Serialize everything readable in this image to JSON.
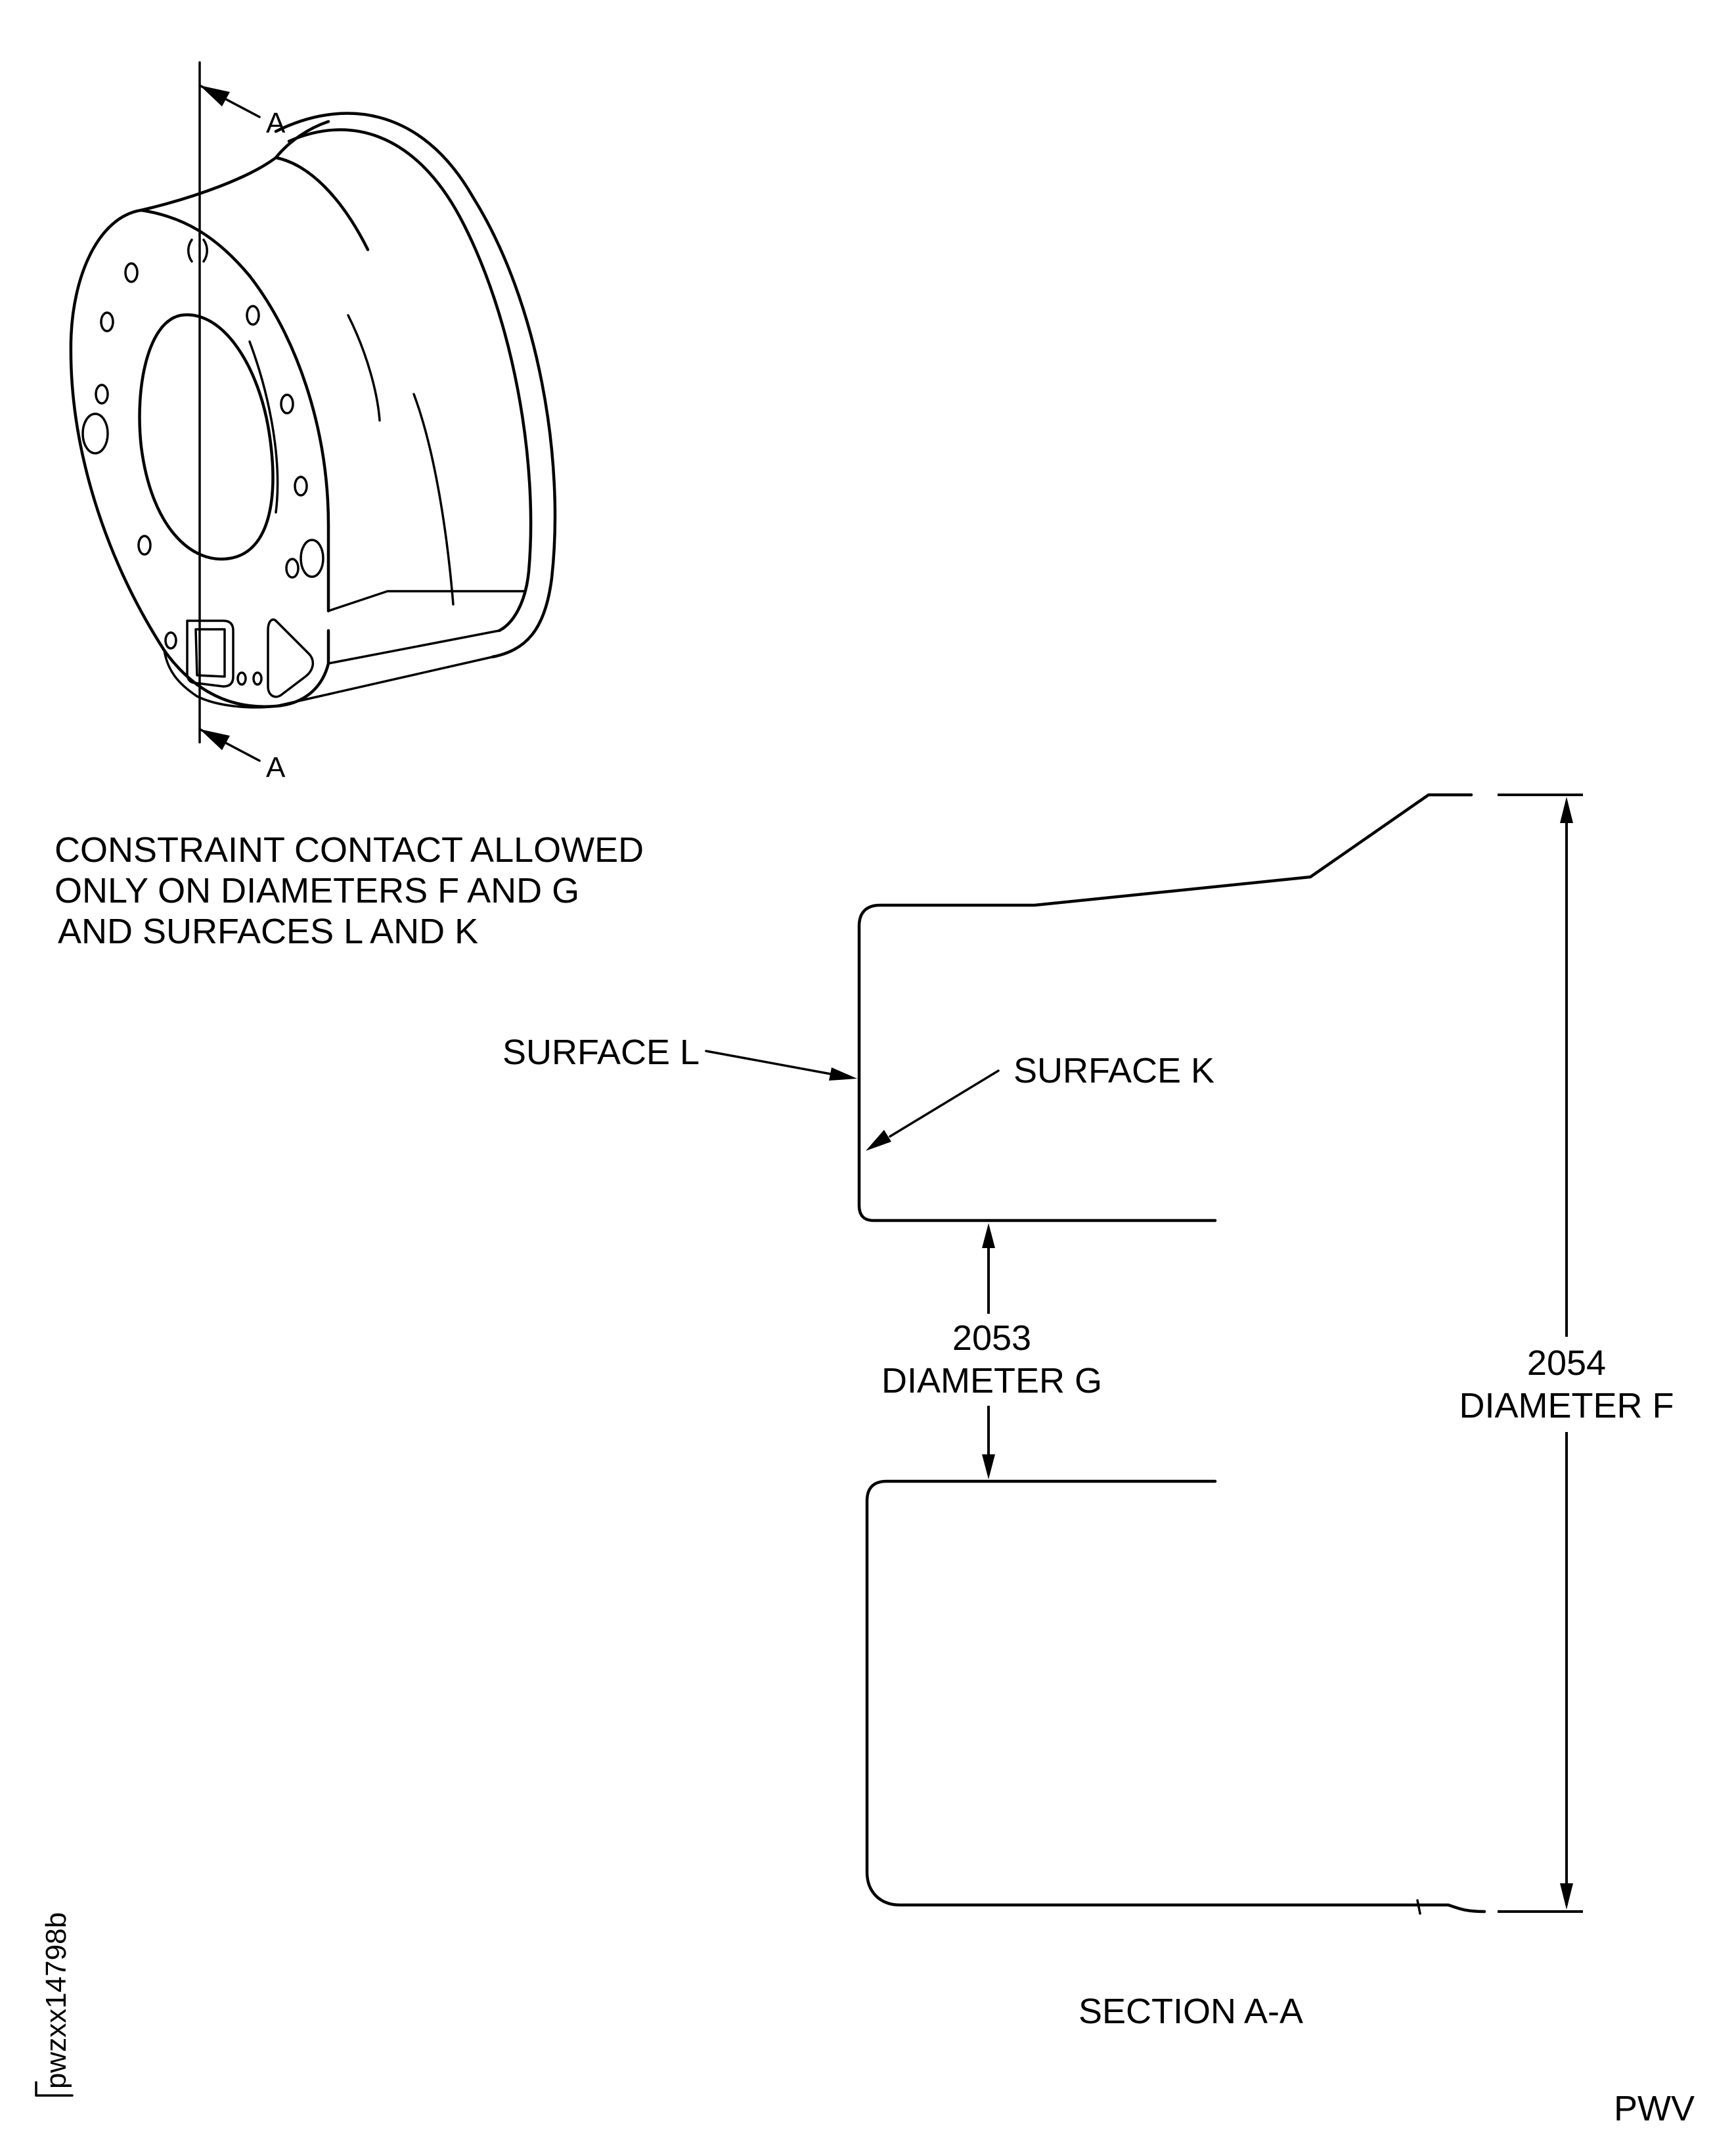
{
  "view_labels": {
    "cut_top": "A",
    "cut_bottom": "A",
    "section_title": "SECTION A-A"
  },
  "note": {
    "line1": "CONSTRAINT CONTACT ALLOWED",
    "line2": "ONLY ON DIAMETERS F AND G",
    "line3": "AND SURFACES L AND K"
  },
  "callouts": {
    "surface_l": "SURFACE L",
    "surface_k": "SURFACE K"
  },
  "dimensions": {
    "g_number": "2053",
    "g_name": "DIAMETER G",
    "f_number": "2054",
    "f_name": "DIAMETER F"
  },
  "figure_id": "pwzxx14798b",
  "footer_code": "PWV"
}
